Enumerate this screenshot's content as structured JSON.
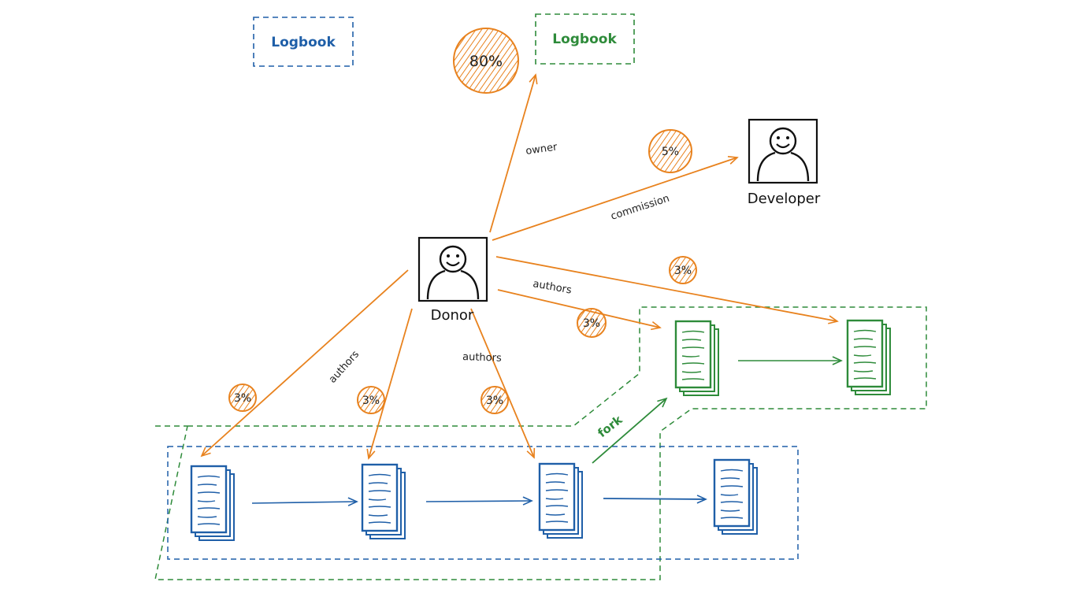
{
  "colors": {
    "blue": "#1f5fa8",
    "green": "#2e8b3a",
    "orange": "#e8821e",
    "orange_fill": "#f2a56a",
    "ink": "#111111"
  },
  "legend": {
    "blue_logbook": "Logbook",
    "green_logbook": "Logbook"
  },
  "people": {
    "donor": "Donor",
    "developer": "Developer"
  },
  "edges": {
    "owner": "owner",
    "commission": "commission",
    "authors_right": "authors",
    "authors_left": "authors",
    "authors_center": "authors",
    "fork": "fork"
  },
  "shares": {
    "owner_pct": "80%",
    "commission_pct": "5%",
    "far_right_pct": "3%",
    "green_doc_pct": "3%",
    "doc1_pct": "3%",
    "doc2_pct": "3%",
    "doc3_pct": "3%"
  },
  "icons": {
    "person": "smiley-person-icon",
    "document": "document-stack-icon"
  }
}
